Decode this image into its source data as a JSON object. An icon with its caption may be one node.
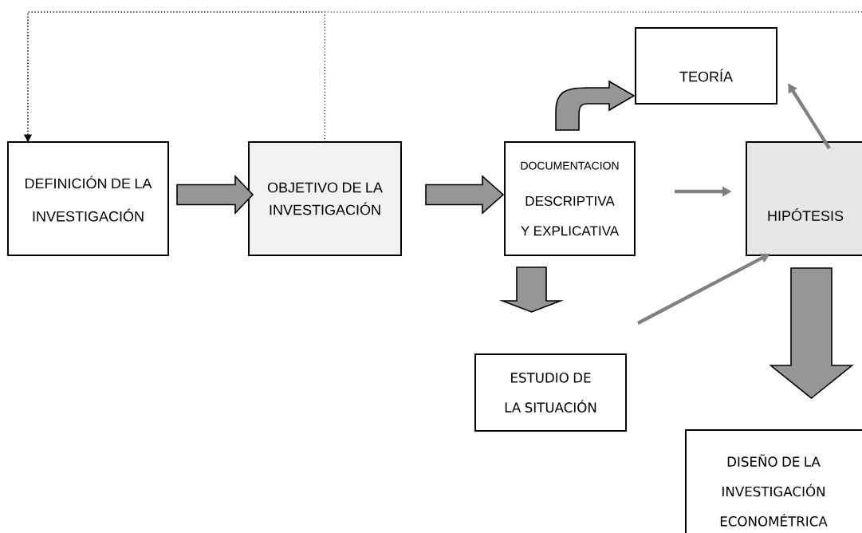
{
  "diagram": {
    "nodes": [
      {
        "text": [
          "DEFINICIÓN DE LA INVESTIGACIÓN"
        ]
      },
      {
        "text": [
          "OBJETIVO DE LA INVESTIGACIÓN"
        ]
      },
      {
        "text": [
          "DOCUMENTACION",
          "DESCRIPTIVA Y EXPLICATIVA"
        ]
      },
      {
        "text": [
          "TEORÍA"
        ]
      },
      {
        "text": [
          "HIPÓTESIS"
        ]
      },
      {
        "text": [
          "ESTUDIO DE LA SITUACIÓN"
        ]
      },
      {
        "text": [
          "DISEÑO DE LA INVESTIGACIÓN ECONOMÉTRICA"
        ]
      }
    ],
    "edges": [
      {
        "from": 1,
        "to": 0,
        "arrow": "to",
        "style": "dashed",
        "color": "#000000"
      },
      {
        "from": null,
        "to": 0,
        "arrow": "to",
        "style": "dashed",
        "color": "#000000"
      },
      {
        "from": 0,
        "to": 1,
        "arrow": "to",
        "style": "thick"
      },
      {
        "from": 1,
        "to": 2,
        "arrow": "to",
        "style": "thick"
      },
      {
        "from": 2,
        "to": 3,
        "arrow": "to",
        "style": "thick"
      },
      {
        "from": 2,
        "to": 4,
        "arrow": "to",
        "color": "#808080"
      },
      {
        "from": 4,
        "to": 3,
        "arrow": "to",
        "color": "#808080"
      },
      {
        "from": 5,
        "to": 4,
        "arrow": "to",
        "color": "#808080"
      },
      {
        "from": 2,
        "to": 5,
        "arrow": "to",
        "style": "thick"
      },
      {
        "from": 4,
        "to": 6,
        "arrow": "to",
        "style": "thick"
      }
    ]
  }
}
